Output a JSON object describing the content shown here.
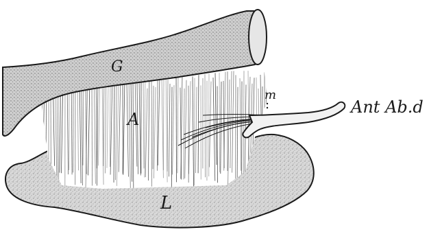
{
  "figure": {
    "labels": {
      "g": "G",
      "a": "A",
      "l": "L",
      "m": "m",
      "nerve": "Ant Ab.d"
    },
    "colors": {
      "ink": "#1a1a1a",
      "stipple": "#d4d4d4",
      "paper": "#ffffff"
    }
  }
}
